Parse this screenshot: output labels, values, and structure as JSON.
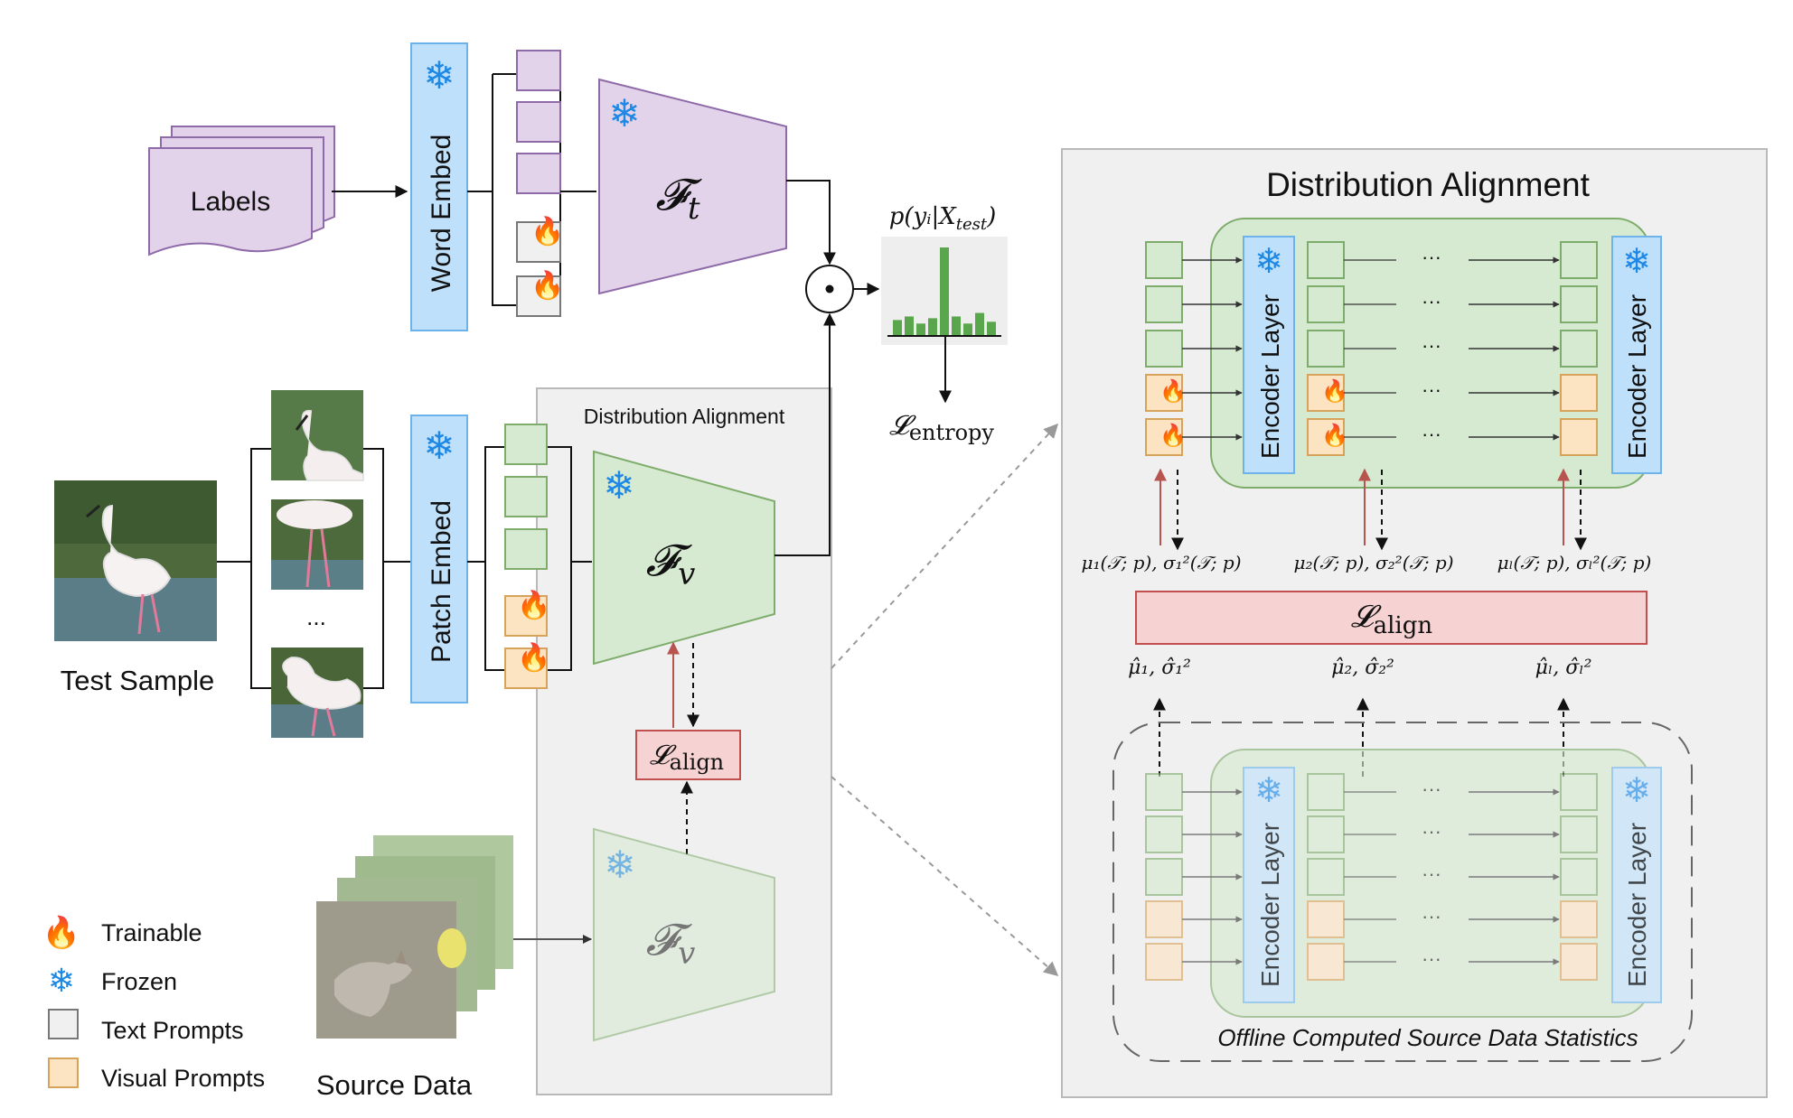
{
  "labels_doc": "Labels",
  "word_embed": "Word Embed",
  "patch_embed": "Patch Embed",
  "text_encoder": "𝓕",
  "text_encoder_sub": "t",
  "vision_encoder": "𝓕",
  "vision_encoder_sub": "v",
  "frozen_vision_encoder": "𝓕",
  "frozen_vision_encoder_sub": "v",
  "dot_product": "⊙",
  "prob_label": "p(yᵢ|X",
  "prob_label_sub": "test",
  "prob_label_close": ")",
  "entropy_loss": "𝓛",
  "entropy_loss_sub": "entropy",
  "test_sample": "Test Sample",
  "crops_ellipsis": "...",
  "source_data": "Source Data",
  "mid_panel_title": "Distribution Alignment",
  "align_loss": "𝓛",
  "align_loss_sub": "align",
  "right_panel_title": "Distribution Alignment",
  "encoder_layer": "Encoder Layer",
  "ellipsis": "···",
  "stats_labels": [
    "μ₁(𝒯; p), σ₁²(𝒯; p)",
    "μ₂(𝒯; p), σ₂²(𝒯; p)",
    "μₗ(𝒯; p), σₗ²(𝒯; p)"
  ],
  "source_stats_labels": [
    "μ̂₁, σ̂₁²",
    "μ̂₂, σ̂₂²",
    "μ̂ₗ, σ̂ₗ²"
  ],
  "offline_caption": "Offline Computed Source Data Statistics",
  "legend": {
    "trainable": "Trainable",
    "frozen": "Frozen",
    "text_prompts": "Text Prompts",
    "visual_prompts": "Visual Prompts"
  },
  "histogram": {
    "values": [
      0.18,
      0.22,
      0.14,
      0.2,
      1.0,
      0.22,
      0.14,
      0.26,
      0.16
    ]
  },
  "colors": {
    "text_purple_fill": "#e2d3ea",
    "text_purple_stroke": "#8f6aa8",
    "embed_blue_fill": "#bfe0fb",
    "embed_blue_stroke": "#6db3ea",
    "vision_green_fill": "#d6ead1",
    "vision_green_stroke": "#7dac6b",
    "visual_prompt_fill": "#fce3c2",
    "visual_prompt_stroke": "#d7a25a",
    "align_fill": "#f6d2d2",
    "align_stroke": "#c0504d",
    "panel_fill": "#f0f0f0",
    "panel_stroke": "#b9b9b9",
    "snow_blue": "#1e88e5",
    "hist_green": "#5aa64c",
    "red_arrow": "#b85450"
  }
}
